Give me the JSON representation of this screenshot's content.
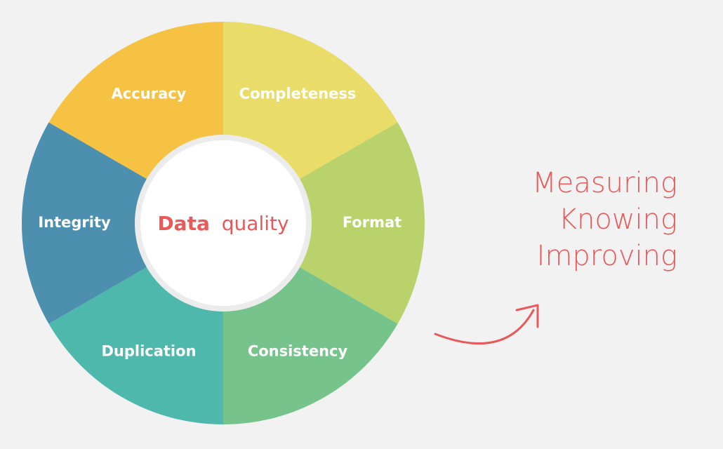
{
  "segments": [
    {
      "label": "Accuracy",
      "color": "#f6c244"
    },
    {
      "label": "Completeness",
      "color": "#e9dc68"
    },
    {
      "label": "Format",
      "color": "#b9d26c"
    },
    {
      "label": "Consistency",
      "color": "#76c48c"
    },
    {
      "label": "Duplication",
      "color": "#4fb8ac"
    },
    {
      "label": "Integrity",
      "color": "#4d8fae"
    }
  ],
  "center": {
    "strong": "Data",
    "rest": "quality",
    "accent_color": "#e85a5a"
  },
  "side_text": [
    "Measuring",
    "Knowing",
    "Improving"
  ],
  "side_color": "#e85a5a"
}
